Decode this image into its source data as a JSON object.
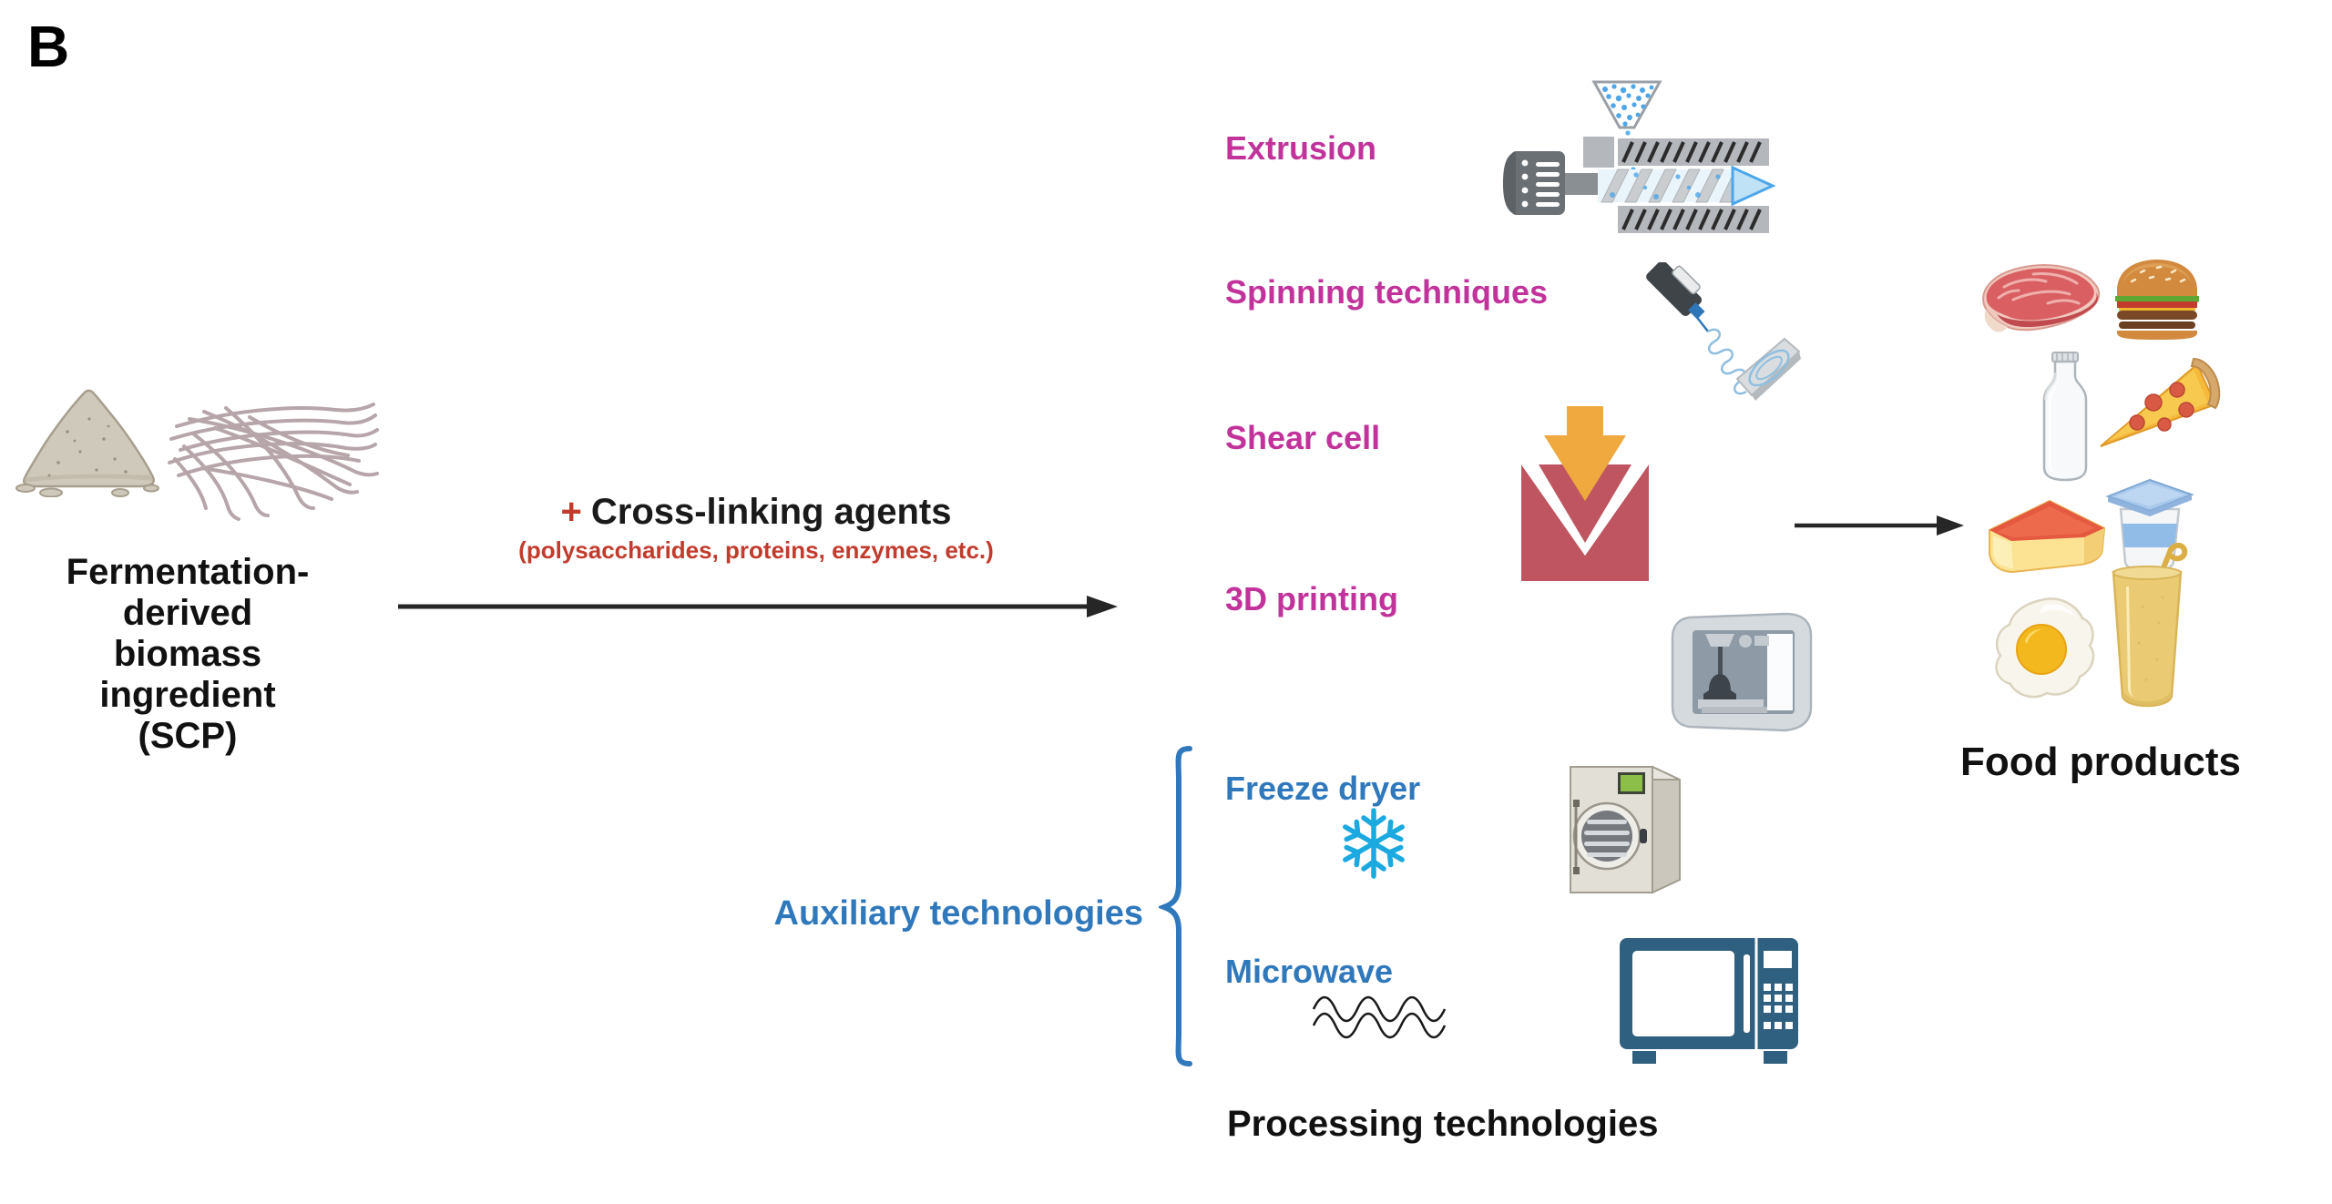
{
  "panel": {
    "label": "B"
  },
  "source": {
    "caption_lines": [
      "Fermentation-",
      "derived",
      "biomass",
      "ingredient",
      "(SCP)"
    ],
    "icons": [
      "biomass-powder",
      "biomass-fibers"
    ]
  },
  "crosslink": {
    "plus": "+",
    "title": "Cross-linking agents",
    "subtitle": "(polysaccharides, proteins, enzymes, etc.)"
  },
  "technologies": {
    "main": [
      {
        "label": "Extrusion",
        "icon": "extruder"
      },
      {
        "label": "Spinning techniques",
        "icon": "electrospinner"
      },
      {
        "label": "Shear cell",
        "icon": "shear-cell"
      },
      {
        "label": "3D printing",
        "icon": "3d-printer"
      }
    ],
    "auxiliary_label": "Auxiliary technologies",
    "auxiliary": [
      {
        "label": "Freeze dryer",
        "icon": "freeze-dryer",
        "symbol": "snowflake"
      },
      {
        "label": "Microwave",
        "icon": "microwave-oven",
        "symbol": "waves"
      }
    ],
    "footer": "Processing technologies"
  },
  "output": {
    "label": "Food products",
    "items": [
      "meat-steak",
      "burger",
      "milk-bottle",
      "pizza-slice",
      "cheese-wedge",
      "yogurt-cup",
      "fried-egg",
      "juice-glass"
    ]
  },
  "colors": {
    "magenta": "#C1339B",
    "blue": "#2F78BC",
    "red": "#C23B2C",
    "black": "#1A1A1A",
    "snowflake_cyan": "#1BA9E0",
    "microwave_navy": "#30607F",
    "shear_red": "#BE5560",
    "shear_orange": "#EFA93F"
  }
}
